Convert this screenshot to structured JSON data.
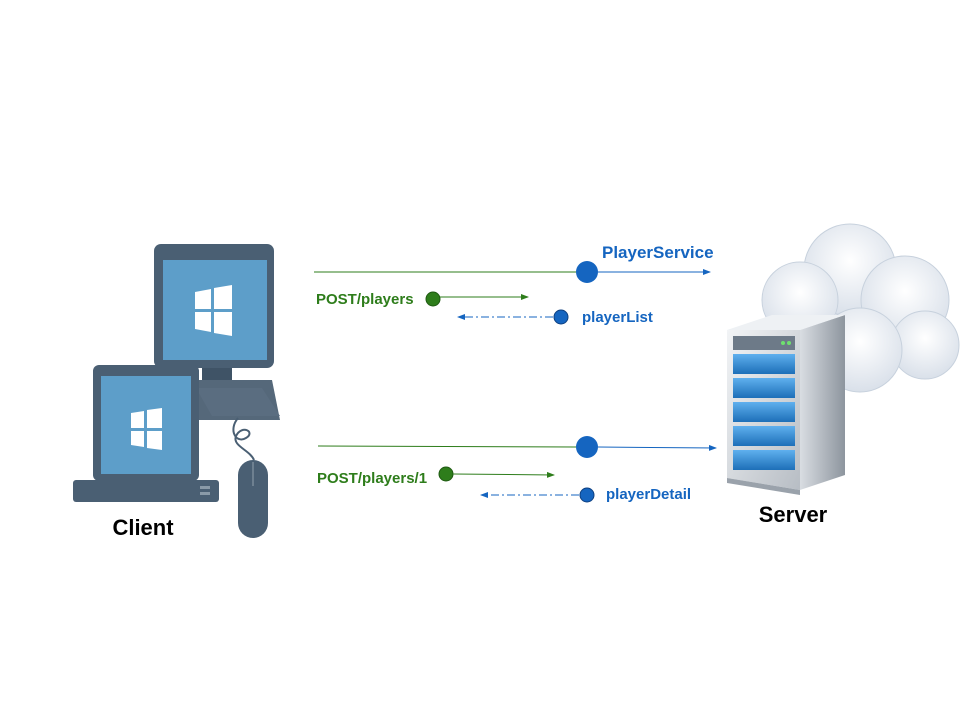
{
  "nodes": {
    "client": {
      "label": "Client"
    },
    "server": {
      "label": "Server"
    }
  },
  "flows": {
    "service_label": "PlayerService",
    "top_request": "POST/players",
    "top_response": "playerList",
    "bottom_request": "POST/players/1",
    "bottom_response": "playerDetail"
  },
  "colors": {
    "request": "#2e7d1b",
    "response": "#1565c0",
    "monitor": "#4a5f73",
    "screen": "#5d9ec9",
    "server_panel": "#3b8fd6",
    "cloud": "#e9eef5"
  },
  "icons": [
    "desktop-monitor-icon",
    "laptop-icon",
    "keyboard-icon",
    "mouse-icon",
    "windows-logo-icon",
    "server-tower-icon",
    "cloud-icon"
  ]
}
